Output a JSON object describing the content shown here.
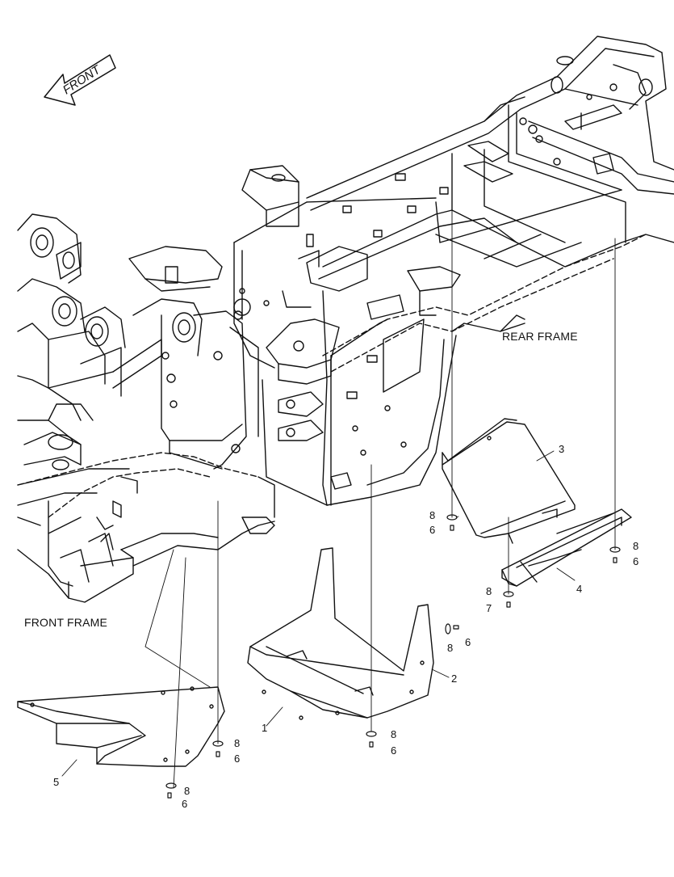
{
  "diagram": {
    "front_arrow_label": "FRONT",
    "frame_labels": {
      "rear": "REAR FRAME",
      "front": "FRONT FRAME"
    },
    "callouts": [
      {
        "id": "c1",
        "text": "1"
      },
      {
        "id": "c2",
        "text": "2"
      },
      {
        "id": "c3",
        "text": "3"
      },
      {
        "id": "c4",
        "text": "4"
      },
      {
        "id": "c5",
        "text": "5"
      },
      {
        "id": "c6a",
        "text": "6"
      },
      {
        "id": "c6b",
        "text": "6"
      },
      {
        "id": "c6c",
        "text": "6"
      },
      {
        "id": "c6d",
        "text": "6"
      },
      {
        "id": "c6e",
        "text": "6"
      },
      {
        "id": "c6f",
        "text": "6"
      },
      {
        "id": "c7",
        "text": "7"
      },
      {
        "id": "c8a",
        "text": "8"
      },
      {
        "id": "c8b",
        "text": "8"
      },
      {
        "id": "c8c",
        "text": "8"
      },
      {
        "id": "c8d",
        "text": "8"
      },
      {
        "id": "c8e",
        "text": "8"
      },
      {
        "id": "c8f",
        "text": "8"
      },
      {
        "id": "c8g",
        "text": "8"
      }
    ]
  }
}
